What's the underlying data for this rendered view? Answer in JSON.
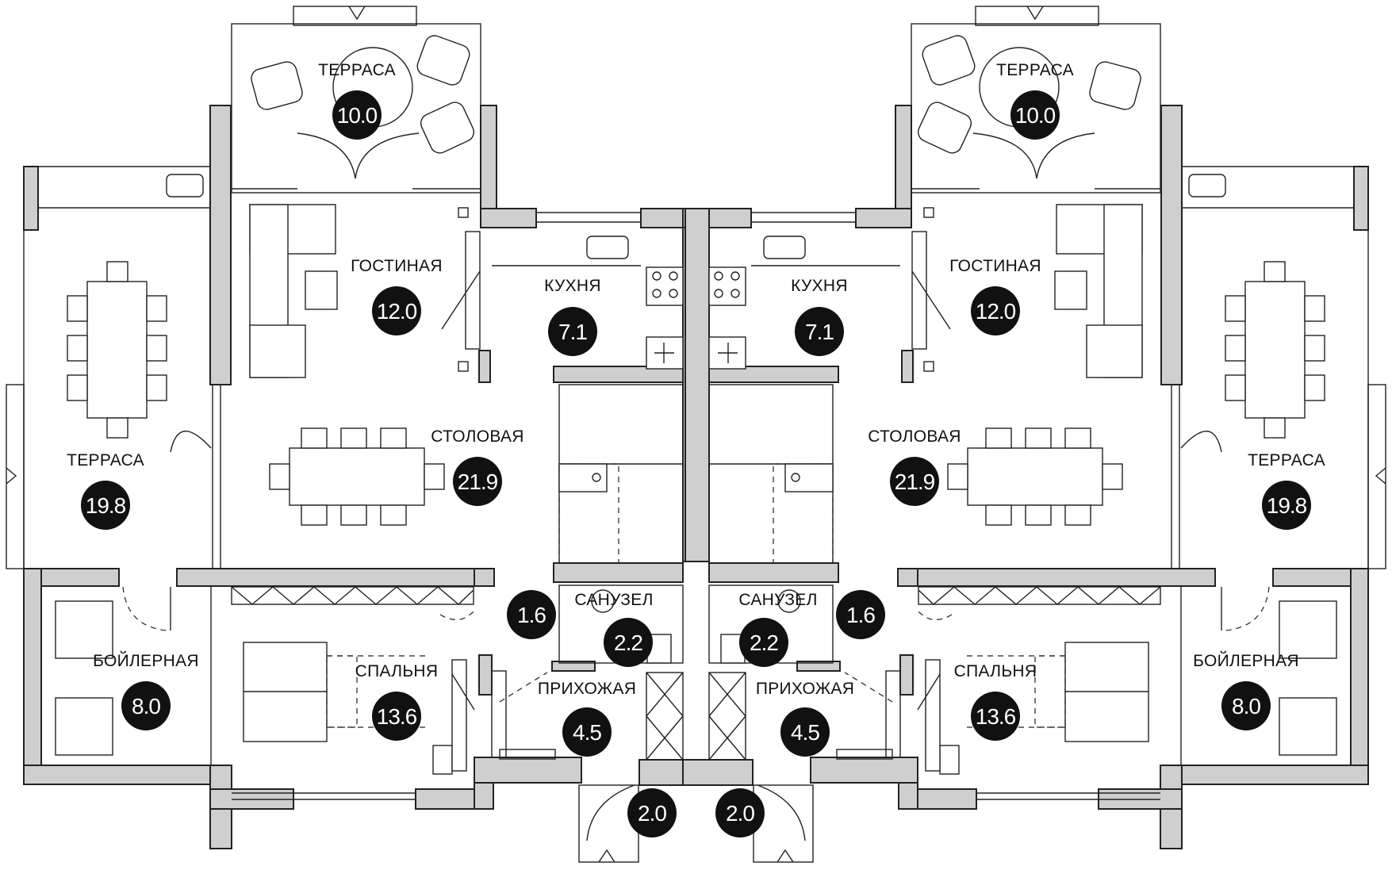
{
  "rooms": [
    {
      "id": "l-terrace-top",
      "name": "ТЕРРАСА",
      "area": "10.0"
    },
    {
      "id": "l-living",
      "name": "ГОСТИНАЯ",
      "area": "12.0"
    },
    {
      "id": "l-kitchen",
      "name": "КУХНЯ",
      "area": "7.1"
    },
    {
      "id": "l-dining",
      "name": "СТОЛОВАЯ",
      "area": "21.9"
    },
    {
      "id": "l-terrace-side",
      "name": "ТЕРРАСА",
      "area": "19.8"
    },
    {
      "id": "l-boiler",
      "name": "БОЙЛЕРНАЯ",
      "area": "8.0"
    },
    {
      "id": "l-bedroom",
      "name": "СПАЛЬНЯ",
      "area": "13.6"
    },
    {
      "id": "l-hall",
      "name": "ПРИХОЖАЯ",
      "area": "4.5"
    },
    {
      "id": "l-bath",
      "name": "САНУЗЕЛ",
      "area": "2.2"
    },
    {
      "id": "l-closet",
      "name": "",
      "area": "1.6"
    },
    {
      "id": "l-porch",
      "name": "",
      "area": "2.0"
    },
    {
      "id": "r-terrace-top",
      "name": "ТЕРРАСА",
      "area": "10.0"
    },
    {
      "id": "r-living",
      "name": "ГОСТИНАЯ",
      "area": "12.0"
    },
    {
      "id": "r-kitchen",
      "name": "КУХНЯ",
      "area": "7.1"
    },
    {
      "id": "r-dining",
      "name": "СТОЛОВАЯ",
      "area": "21.9"
    },
    {
      "id": "r-terrace-side",
      "name": "ТЕРРАСА",
      "area": "19.8"
    },
    {
      "id": "r-boiler",
      "name": "БОЙЛЕРНАЯ",
      "area": "8.0"
    },
    {
      "id": "r-bedroom",
      "name": "СПАЛЬНЯ",
      "area": "13.6"
    },
    {
      "id": "r-hall",
      "name": "ПРИХОЖАЯ",
      "area": "4.5"
    },
    {
      "id": "r-bath",
      "name": "САНУЗЕЛ",
      "area": "2.2"
    },
    {
      "id": "r-closet",
      "name": "",
      "area": "1.6"
    },
    {
      "id": "r-porch",
      "name": "",
      "area": "2.0"
    }
  ],
  "colors": {
    "wall_fill": "#cfcfcf",
    "line": "#222222",
    "badge": "#111111",
    "background": "#ffffff"
  }
}
